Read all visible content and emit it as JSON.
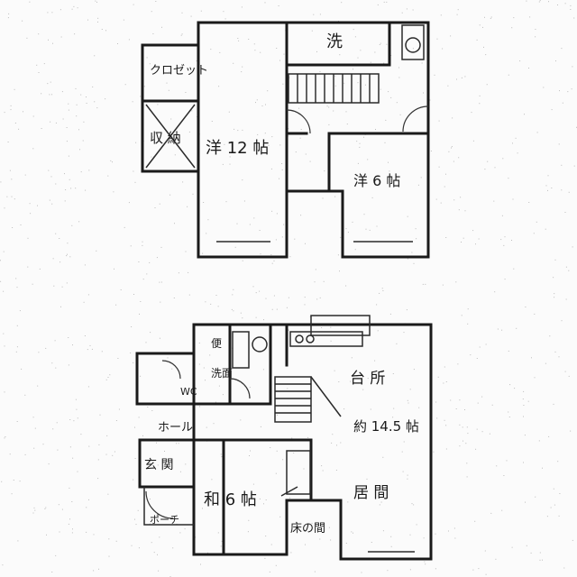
{
  "floors": {
    "upper": {
      "rooms": [
        {
          "id": "closet",
          "label": "クロゼット"
        },
        {
          "id": "storage",
          "label": "収 納"
        },
        {
          "id": "western12",
          "label": "洋 12 帖"
        },
        {
          "id": "bath",
          "label": "洗"
        },
        {
          "id": "western6",
          "label": "洋 6 帖"
        }
      ]
    },
    "lower": {
      "rooms": [
        {
          "id": "toilet-a",
          "label": "便"
        },
        {
          "id": "washroom",
          "label": "洗面"
        },
        {
          "id": "wc",
          "label": "WC"
        },
        {
          "id": "hall",
          "label": "ホール"
        },
        {
          "id": "kitchen",
          "label": "台 所"
        },
        {
          "id": "area",
          "label": "約 14.5 帖"
        },
        {
          "id": "genkan",
          "label": "玄 関"
        },
        {
          "id": "japanese6",
          "label": "和 6 帖"
        },
        {
          "id": "living",
          "label": "居 間"
        },
        {
          "id": "tokonoma",
          "label": "床の間"
        },
        {
          "id": "porch",
          "label": "ポーチ"
        }
      ]
    }
  }
}
